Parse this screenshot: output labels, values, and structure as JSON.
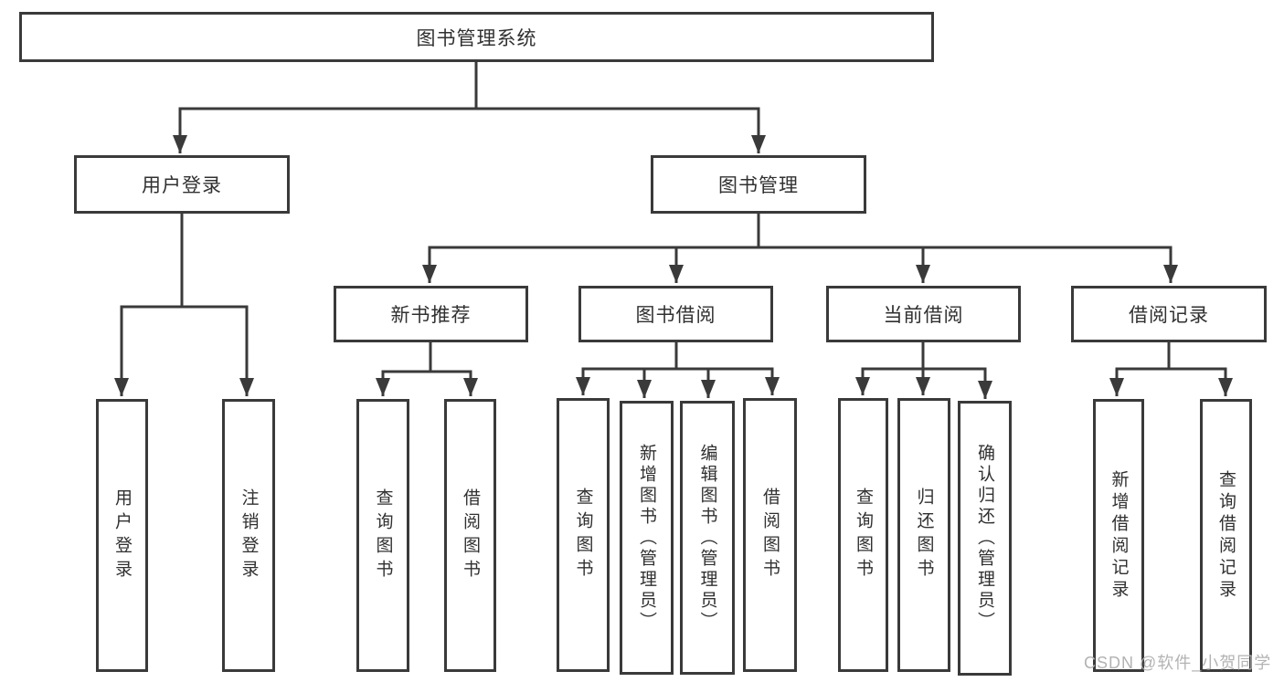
{
  "colors": {
    "background": "#ffffff",
    "line": "#3a3a3a",
    "box_border": "#3a3a3a",
    "box_fill": "#ffffff",
    "text": "#303030",
    "watermark": "#b3b3b3"
  },
  "watermark": "CSDN @软件_小贺同学",
  "tree": {
    "label": "图书管理系统",
    "children": [
      {
        "label": "用户登录",
        "children": [
          {
            "label": "用户登录"
          },
          {
            "label": "注销登录"
          }
        ]
      },
      {
        "label": "图书管理",
        "children": [
          {
            "label": "新书推荐",
            "children": [
              {
                "label": "查询图书"
              },
              {
                "label": "借阅图书"
              }
            ]
          },
          {
            "label": "图书借阅",
            "children": [
              {
                "label": "查询图书"
              },
              {
                "label": "新增图书（管理员）"
              },
              {
                "label": "编辑图书（管理员）"
              },
              {
                "label": "借阅图书"
              }
            ]
          },
          {
            "label": "当前借阅",
            "children": [
              {
                "label": "查询图书"
              },
              {
                "label": "归还图书"
              },
              {
                "label": "确认归还（管理员）"
              }
            ]
          },
          {
            "label": "借阅记录",
            "children": [
              {
                "label": "新增借阅记录"
              },
              {
                "label": "查询借阅记录"
              }
            ]
          }
        ]
      }
    ]
  }
}
